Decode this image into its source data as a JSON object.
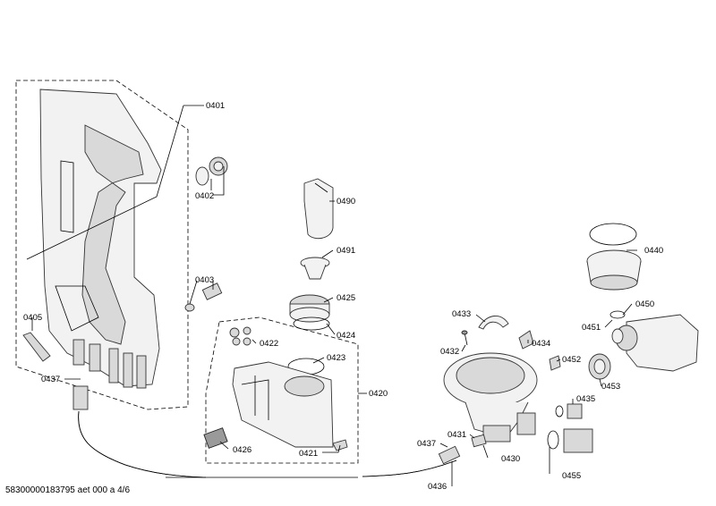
{
  "footer_text": "58300000183795 aet 000 a 4/6",
  "labels": [
    {
      "id": "0401",
      "text": "0401"
    },
    {
      "id": "0402",
      "text": "0402"
    },
    {
      "id": "0403",
      "text": "0403"
    },
    {
      "id": "0405",
      "text": "0405"
    },
    {
      "id": "0437a",
      "text": "0437"
    },
    {
      "id": "0490",
      "text": "0490"
    },
    {
      "id": "0491",
      "text": "0491"
    },
    {
      "id": "0425",
      "text": "0425"
    },
    {
      "id": "0424",
      "text": "0424"
    },
    {
      "id": "0422",
      "text": "0422"
    },
    {
      "id": "0423",
      "text": "0423"
    },
    {
      "id": "0420",
      "text": "0420"
    },
    {
      "id": "0426",
      "text": "0426"
    },
    {
      "id": "0421",
      "text": "0421"
    },
    {
      "id": "0433",
      "text": "0433"
    },
    {
      "id": "0434",
      "text": "0434"
    },
    {
      "id": "0432",
      "text": "0432"
    },
    {
      "id": "0452",
      "text": "0452"
    },
    {
      "id": "0431",
      "text": "0431"
    },
    {
      "id": "0437b",
      "text": "0437"
    },
    {
      "id": "0430",
      "text": "0430"
    },
    {
      "id": "0436",
      "text": "0436"
    },
    {
      "id": "0440",
      "text": "0440"
    },
    {
      "id": "0450",
      "text": "0450"
    },
    {
      "id": "0451",
      "text": "0451"
    },
    {
      "id": "0453",
      "text": "0453"
    },
    {
      "id": "0435",
      "text": "0435"
    },
    {
      "id": "0455",
      "text": "0455"
    }
  ]
}
